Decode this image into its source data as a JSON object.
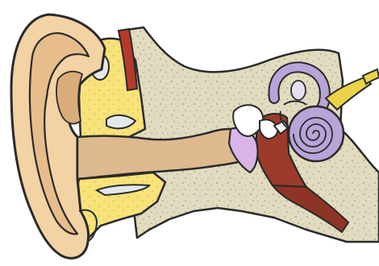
{
  "diagram": {
    "subject": "ear-anatomy-cross-section",
    "labels": [],
    "parts": [
      {
        "id": "outer-ear",
        "color": "#F3D2A4"
      },
      {
        "id": "ear-canal",
        "color": "#DDB98D"
      },
      {
        "id": "cartilage",
        "color": "#F7E37A"
      },
      {
        "id": "temporal-bone",
        "color": "#E1DBC0"
      },
      {
        "id": "blood-vessel",
        "color": "#B53A2C"
      },
      {
        "id": "eardrum",
        "color": "#D8B4E8"
      },
      {
        "id": "ossicles",
        "color": "#FFFFFF"
      },
      {
        "id": "middle-ear-cavity",
        "color": "#9C3B2B"
      },
      {
        "id": "semicircular-canals",
        "color": "#B8A4D8"
      },
      {
        "id": "cochlea",
        "color": "#B8A4D8"
      },
      {
        "id": "auditory-nerve",
        "color": "#EAD24A"
      },
      {
        "id": "eustachian-tube",
        "color": "#8E3426"
      }
    ]
  }
}
